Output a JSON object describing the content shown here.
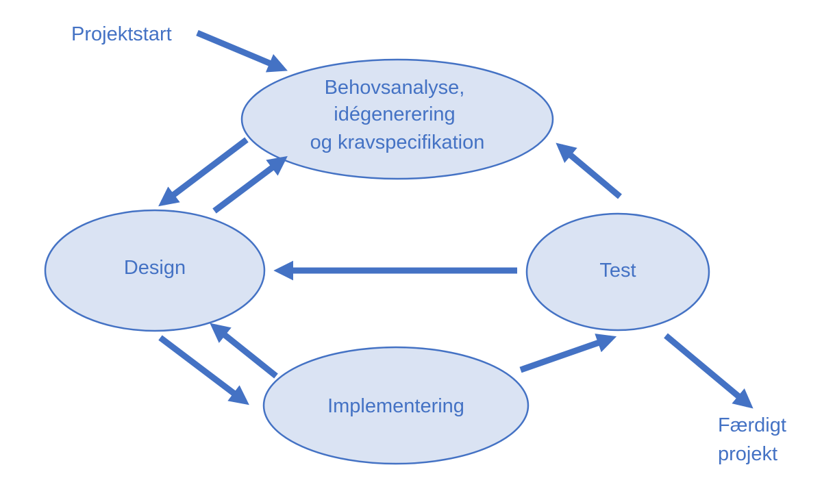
{
  "colors": {
    "accent": "#4472c4",
    "node_fill": "#dae3f3",
    "background": "#ffffff"
  },
  "nodes": {
    "behovsanalyse": {
      "lines": [
        "Behovsanalyse,",
        "idégenerering",
        "og kravspecifikation"
      ]
    },
    "design": {
      "label": "Design"
    },
    "test": {
      "label": "Test"
    },
    "implementering": {
      "label": "Implementering"
    }
  },
  "labels": {
    "projektstart": "Projektstart",
    "faerdigt_projekt": [
      "Færdigt",
      "projekt"
    ]
  },
  "edges": [
    {
      "from": "Projektstart",
      "to": "Behovsanalyse"
    },
    {
      "from": "Behovsanalyse",
      "to": "Design"
    },
    {
      "from": "Design",
      "to": "Behovsanalyse"
    },
    {
      "from": "Test",
      "to": "Behovsanalyse"
    },
    {
      "from": "Test",
      "to": "Design"
    },
    {
      "from": "Implementering",
      "to": "Design"
    },
    {
      "from": "Design",
      "to": "Implementering"
    },
    {
      "from": "Implementering",
      "to": "Test"
    },
    {
      "from": "Test",
      "to": "Færdigt projekt"
    }
  ]
}
